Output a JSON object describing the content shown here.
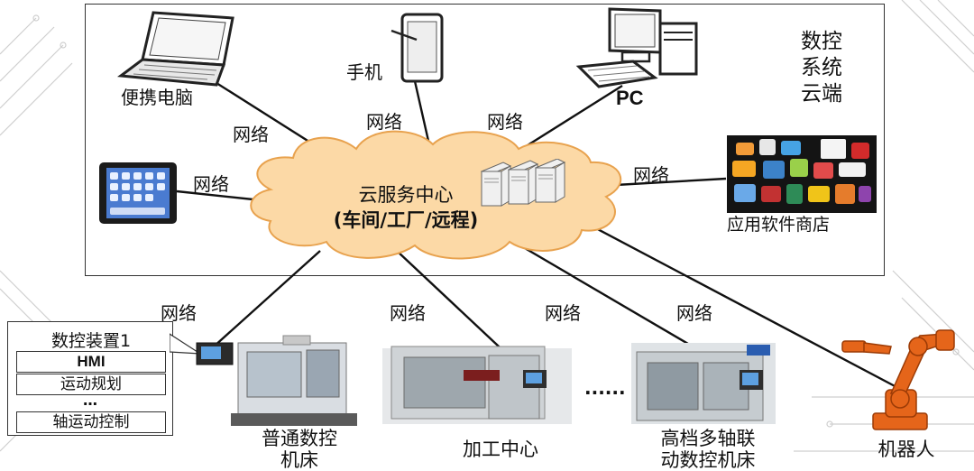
{
  "cloud": {
    "line1": "云服务中心",
    "line2": "(车间/工厂/远程)"
  },
  "cloud_end": {
    "title_line1": "数控",
    "title_line2": "系统",
    "title_line3": "云端"
  },
  "devices": {
    "laptop": "便携电脑",
    "phone": "手机",
    "pc": "PC",
    "app_store": "应用软件商店"
  },
  "network_label": "网络",
  "cnc_device": {
    "title": "数控装置1",
    "hmi": "HMI",
    "motion_planning": "运动规划",
    "ellipsis": "…",
    "axis_control": "轴运动控制"
  },
  "machines": {
    "normal_cnc_line1": "普通数控",
    "normal_cnc_line2": "机床",
    "machining_center": "加工中心",
    "ellipsis": "......",
    "multi_axis_line1": "高档多轴联",
    "multi_axis_line2": "动数控机床",
    "robot": "机器人"
  },
  "colors": {
    "cloud_fill": "#fcd9a6",
    "cloud_stroke": "#e8a24e",
    "robot": "#e5651a",
    "line": "#111111"
  }
}
